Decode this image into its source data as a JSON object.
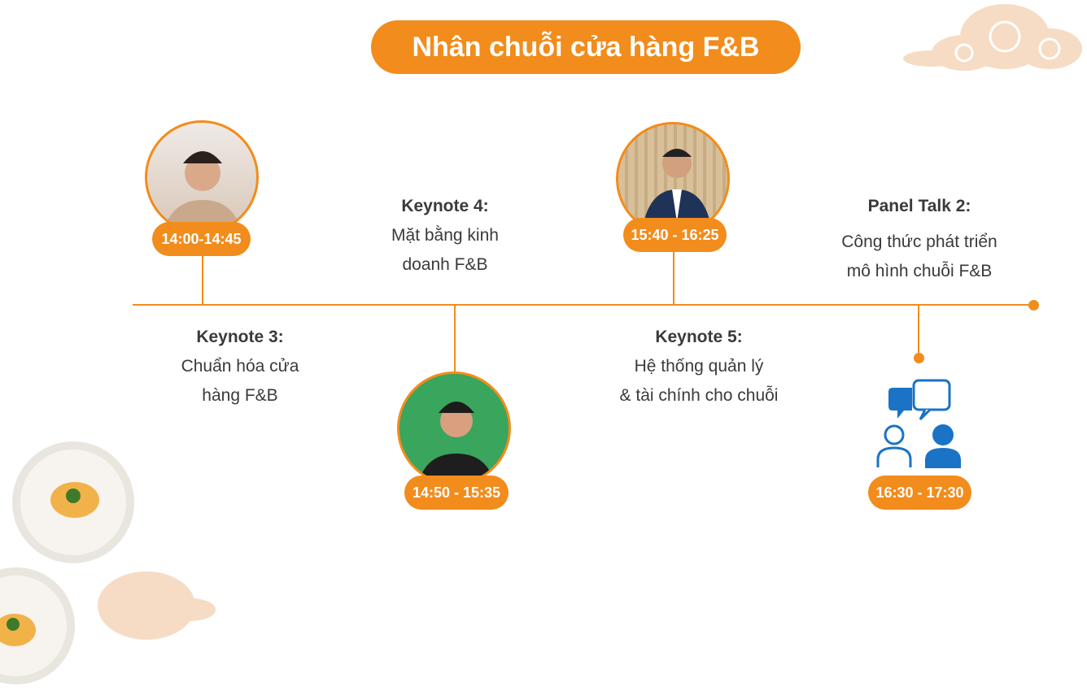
{
  "title": "Nhân chuỗi cửa hàng F&B",
  "sessions": [
    {
      "time": "14:00-14:45",
      "label": "Keynote 3:",
      "lines": [
        "Chuẩn hóa cửa",
        "hàng F&B"
      ]
    },
    {
      "time": "14:50 - 15:35",
      "label": "Keynote 4:",
      "lines": [
        "Mặt bằng kinh",
        "doanh F&B"
      ]
    },
    {
      "time": "15:40 - 16:25",
      "label": "Keynote 5:",
      "lines": [
        "Hệ thống quản lý",
        "& tài chính cho chuỗi"
      ]
    },
    {
      "time": "16:30 - 17:30",
      "label": "Panel Talk 2:",
      "lines": [
        "Công thức phát triển",
        "mô hình chuỗi F&B"
      ]
    }
  ],
  "colors": {
    "accent": "#f28c1c",
    "icon": "#1a73c4",
    "cloud": "#f6dcc4"
  }
}
